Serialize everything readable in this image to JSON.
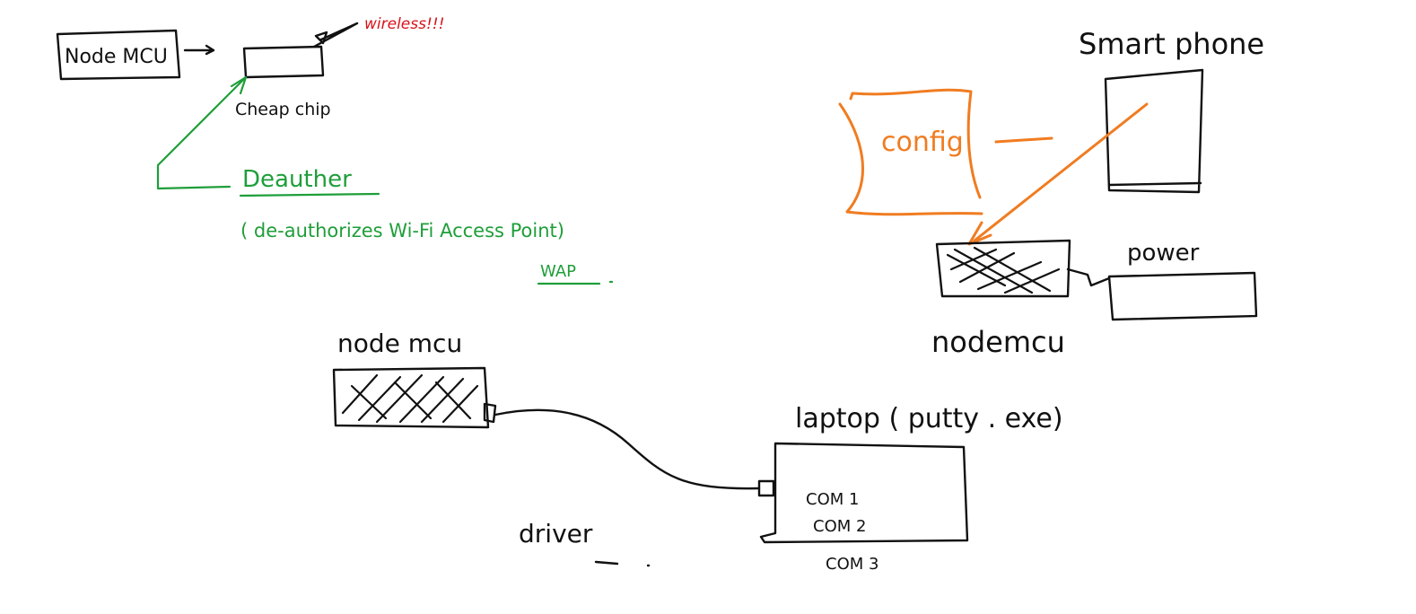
{
  "labels": {
    "nodemcu_top": "Node MCU",
    "wireless": "wireless!!!",
    "cheap_chip": "Cheap chip",
    "deauther": "Deauther",
    "deauther_desc": "( de-authorizes  Wi-Fi Access Point)",
    "wap": "WAP",
    "smartphone": "Smart phone",
    "config": "config",
    "power": "power",
    "nodemcu_right": "nodemcu",
    "nodemcu_bottom": "node mcu",
    "laptop": "laptop ( putty . exe)",
    "com1": "COM 1",
    "com2": "COM 2",
    "com3": "COM 3",
    "driver": "driver"
  },
  "colors": {
    "ink": "#111111",
    "red": "#d8131b",
    "green": "#1f9e3a",
    "orange": "#f07c21",
    "background": "#ffffff"
  }
}
